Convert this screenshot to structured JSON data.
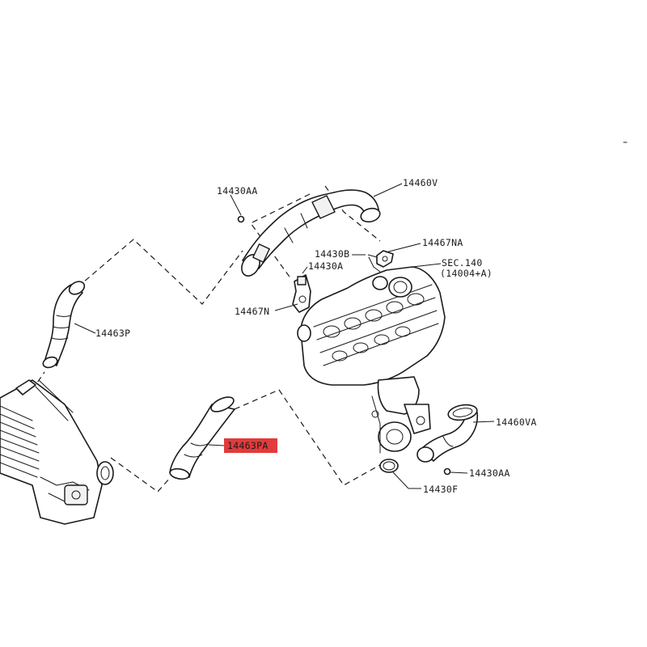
{
  "labels": {
    "p14430AA_top": "14430AA",
    "p14460V": "14460V",
    "p14467NA": "14467NA",
    "p14430B": "14430B",
    "sec140_line1": "SEC.140",
    "sec140_line2": "(14004+A)",
    "p14430A": "14430A",
    "p14467N": "14467N",
    "p14463P": "14463P",
    "p14463PA": "14463PA",
    "p14460VA": "14460VA",
    "p14430AA_bottom": "14430AA",
    "p14430F": "14430F"
  },
  "colors": {
    "highlight": "#e23b3b",
    "line": "#1a1a1a"
  }
}
